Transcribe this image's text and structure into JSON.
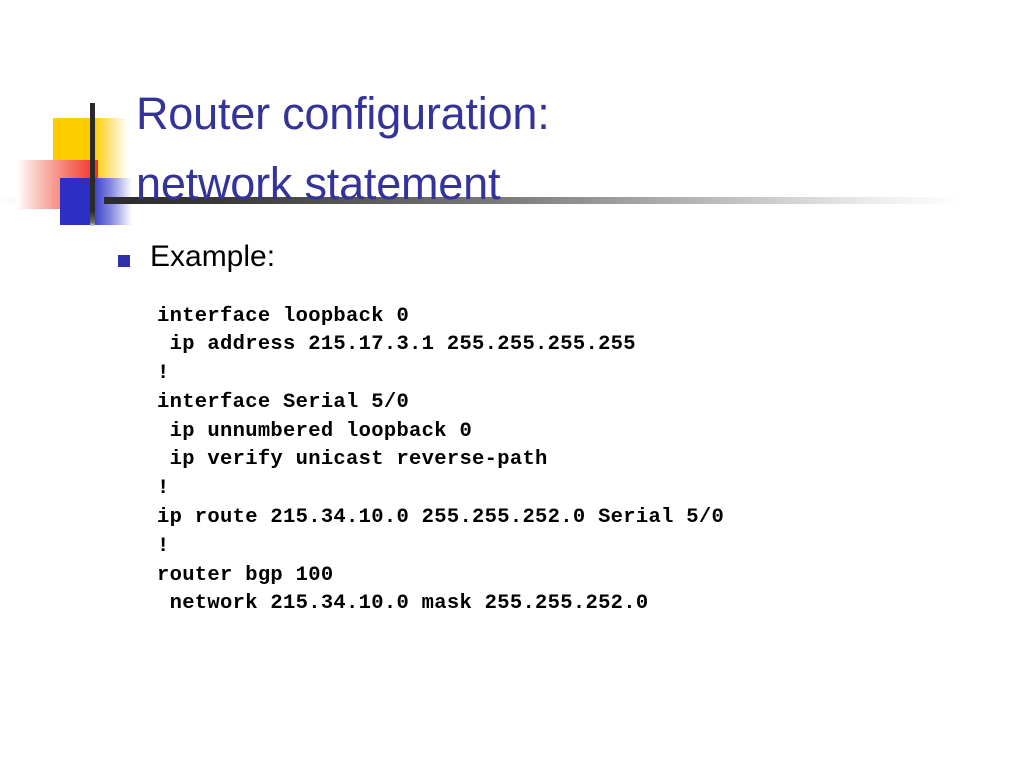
{
  "slide": {
    "title": "Router configuration:\nnetwork statement",
    "title_color": "#333399",
    "bullets": [
      {
        "marker": "square-bullet",
        "marker_color": "#2E31A8",
        "label": "Example:"
      }
    ],
    "code": {
      "language": "cisco-ios",
      "lines": [
        "interface loopback 0",
        " ip address 215.17.3.1 255.255.255.255",
        "!",
        "interface Serial 5/0",
        " ip unnumbered loopback 0",
        " ip verify unicast reverse-path",
        "!",
        "ip route 215.34.10.0 255.255.252.0 Serial 5/0",
        "!",
        "router bgp 100",
        " network 215.34.10.0 mask 255.255.252.0"
      ],
      "text": "interface loopback 0\n ip address 215.17.3.1 255.255.255.255\n!\ninterface Serial 5/0\n ip unnumbered loopback 0\n ip verify unicast reverse-path\n!\nip route 215.34.10.0 255.255.252.0 Serial 5/0\n!\nrouter bgp 100\n network 215.34.10.0 mask 255.255.252.0"
    },
    "decoration": {
      "yellow_color": "#FFCC00",
      "red_color": "#FB2C1E",
      "blue_color": "#2B2FC4",
      "rule_color": "#2B2B2B"
    },
    "background_color": "#FFFFFF"
  }
}
